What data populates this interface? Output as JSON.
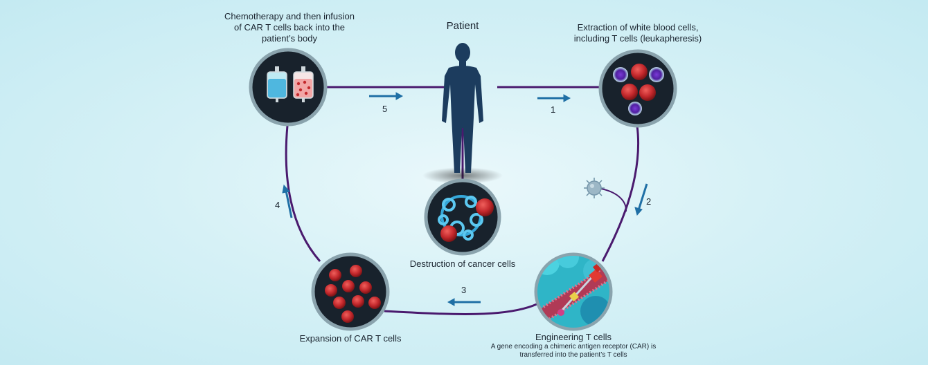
{
  "title": "Patient",
  "stages": {
    "infusion": "Chemotherapy and then infusion of CAR T cells back into the patient’s body",
    "extraction": "Extraction of white blood cells, including T cells (leukapheresis)",
    "destruction": "Destruction of cancer cells",
    "expansion": "Expansion of CAR T cells",
    "engineering": "Engineering T cells",
    "engineering_detail": "A gene encoding a chimeric antigen receptor (CAR) is transferred into the patient’s T cells"
  },
  "steps": [
    "1",
    "2",
    "3",
    "4",
    "5"
  ],
  "colors": {
    "cycle_line": "#4a1a6e",
    "arrow": "#1f6fa5",
    "circle_bg": "#18222c",
    "circle_ring": "#8aa3ad",
    "patient": "#1c3c5e",
    "cancer_cell": "#c3282c",
    "t_cell": "#6a2dbf"
  },
  "icons": [
    "patient-figure-icon",
    "iv-bag-icon",
    "virus-icon",
    "cell-membrane-icon",
    "t-cell-icon",
    "cancer-cell-icon"
  ]
}
